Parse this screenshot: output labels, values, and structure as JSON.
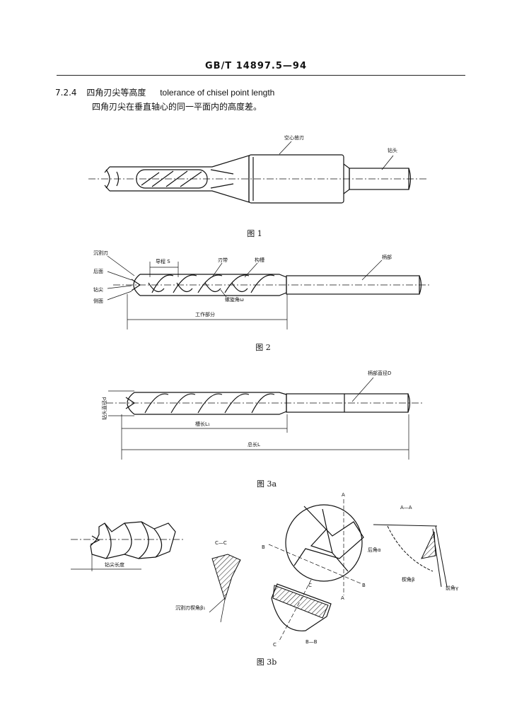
{
  "header": {
    "code": "GB/T  14897.5—94"
  },
  "clause": {
    "number": "7.2.4",
    "title_zh": "四角刃尖等高度",
    "title_en": "tolerance of chisel point length",
    "definition": "四角刃尖在垂直轴心的同一平面内的高度差。"
  },
  "fig1": {
    "caption": "图 1",
    "labels": {
      "hollow_blade": "空心凿刃",
      "drill_bit": "钻头"
    }
  },
  "fig2": {
    "caption": "图 2",
    "labels": {
      "chip_blade": "沉割刃",
      "back_face": "后面",
      "drill_tip": "钻尖",
      "side_face": "侧面",
      "lead": "导程 S",
      "land": "刃带",
      "flute": "构槽",
      "shank": "柄部",
      "helix_angle": "螺旋角ω",
      "working_part": "工作部分"
    }
  },
  "fig3a": {
    "caption": "图 3a",
    "labels": {
      "shank_diameter": "柄部直径D",
      "drill_diameter": "钻头直径d",
      "flute_length": "槽长L₁",
      "total_length": "总长L"
    }
  },
  "fig3b": {
    "caption": "图 3b",
    "labels": {
      "tip_length": "钻尖长度",
      "section_cc": "C—C",
      "chip_wedge_angle": "沉割刃楔角β₁",
      "a_top": "A",
      "b_left": "B",
      "c_top": "C",
      "a_bottom": "A",
      "b_right": "B",
      "c_bottom": "C",
      "section_bb": "B—B",
      "section_aa": "A—A",
      "back_angle": "后角α",
      "wedge_angle": "楔角β",
      "rake_angle": "前角γ"
    }
  }
}
